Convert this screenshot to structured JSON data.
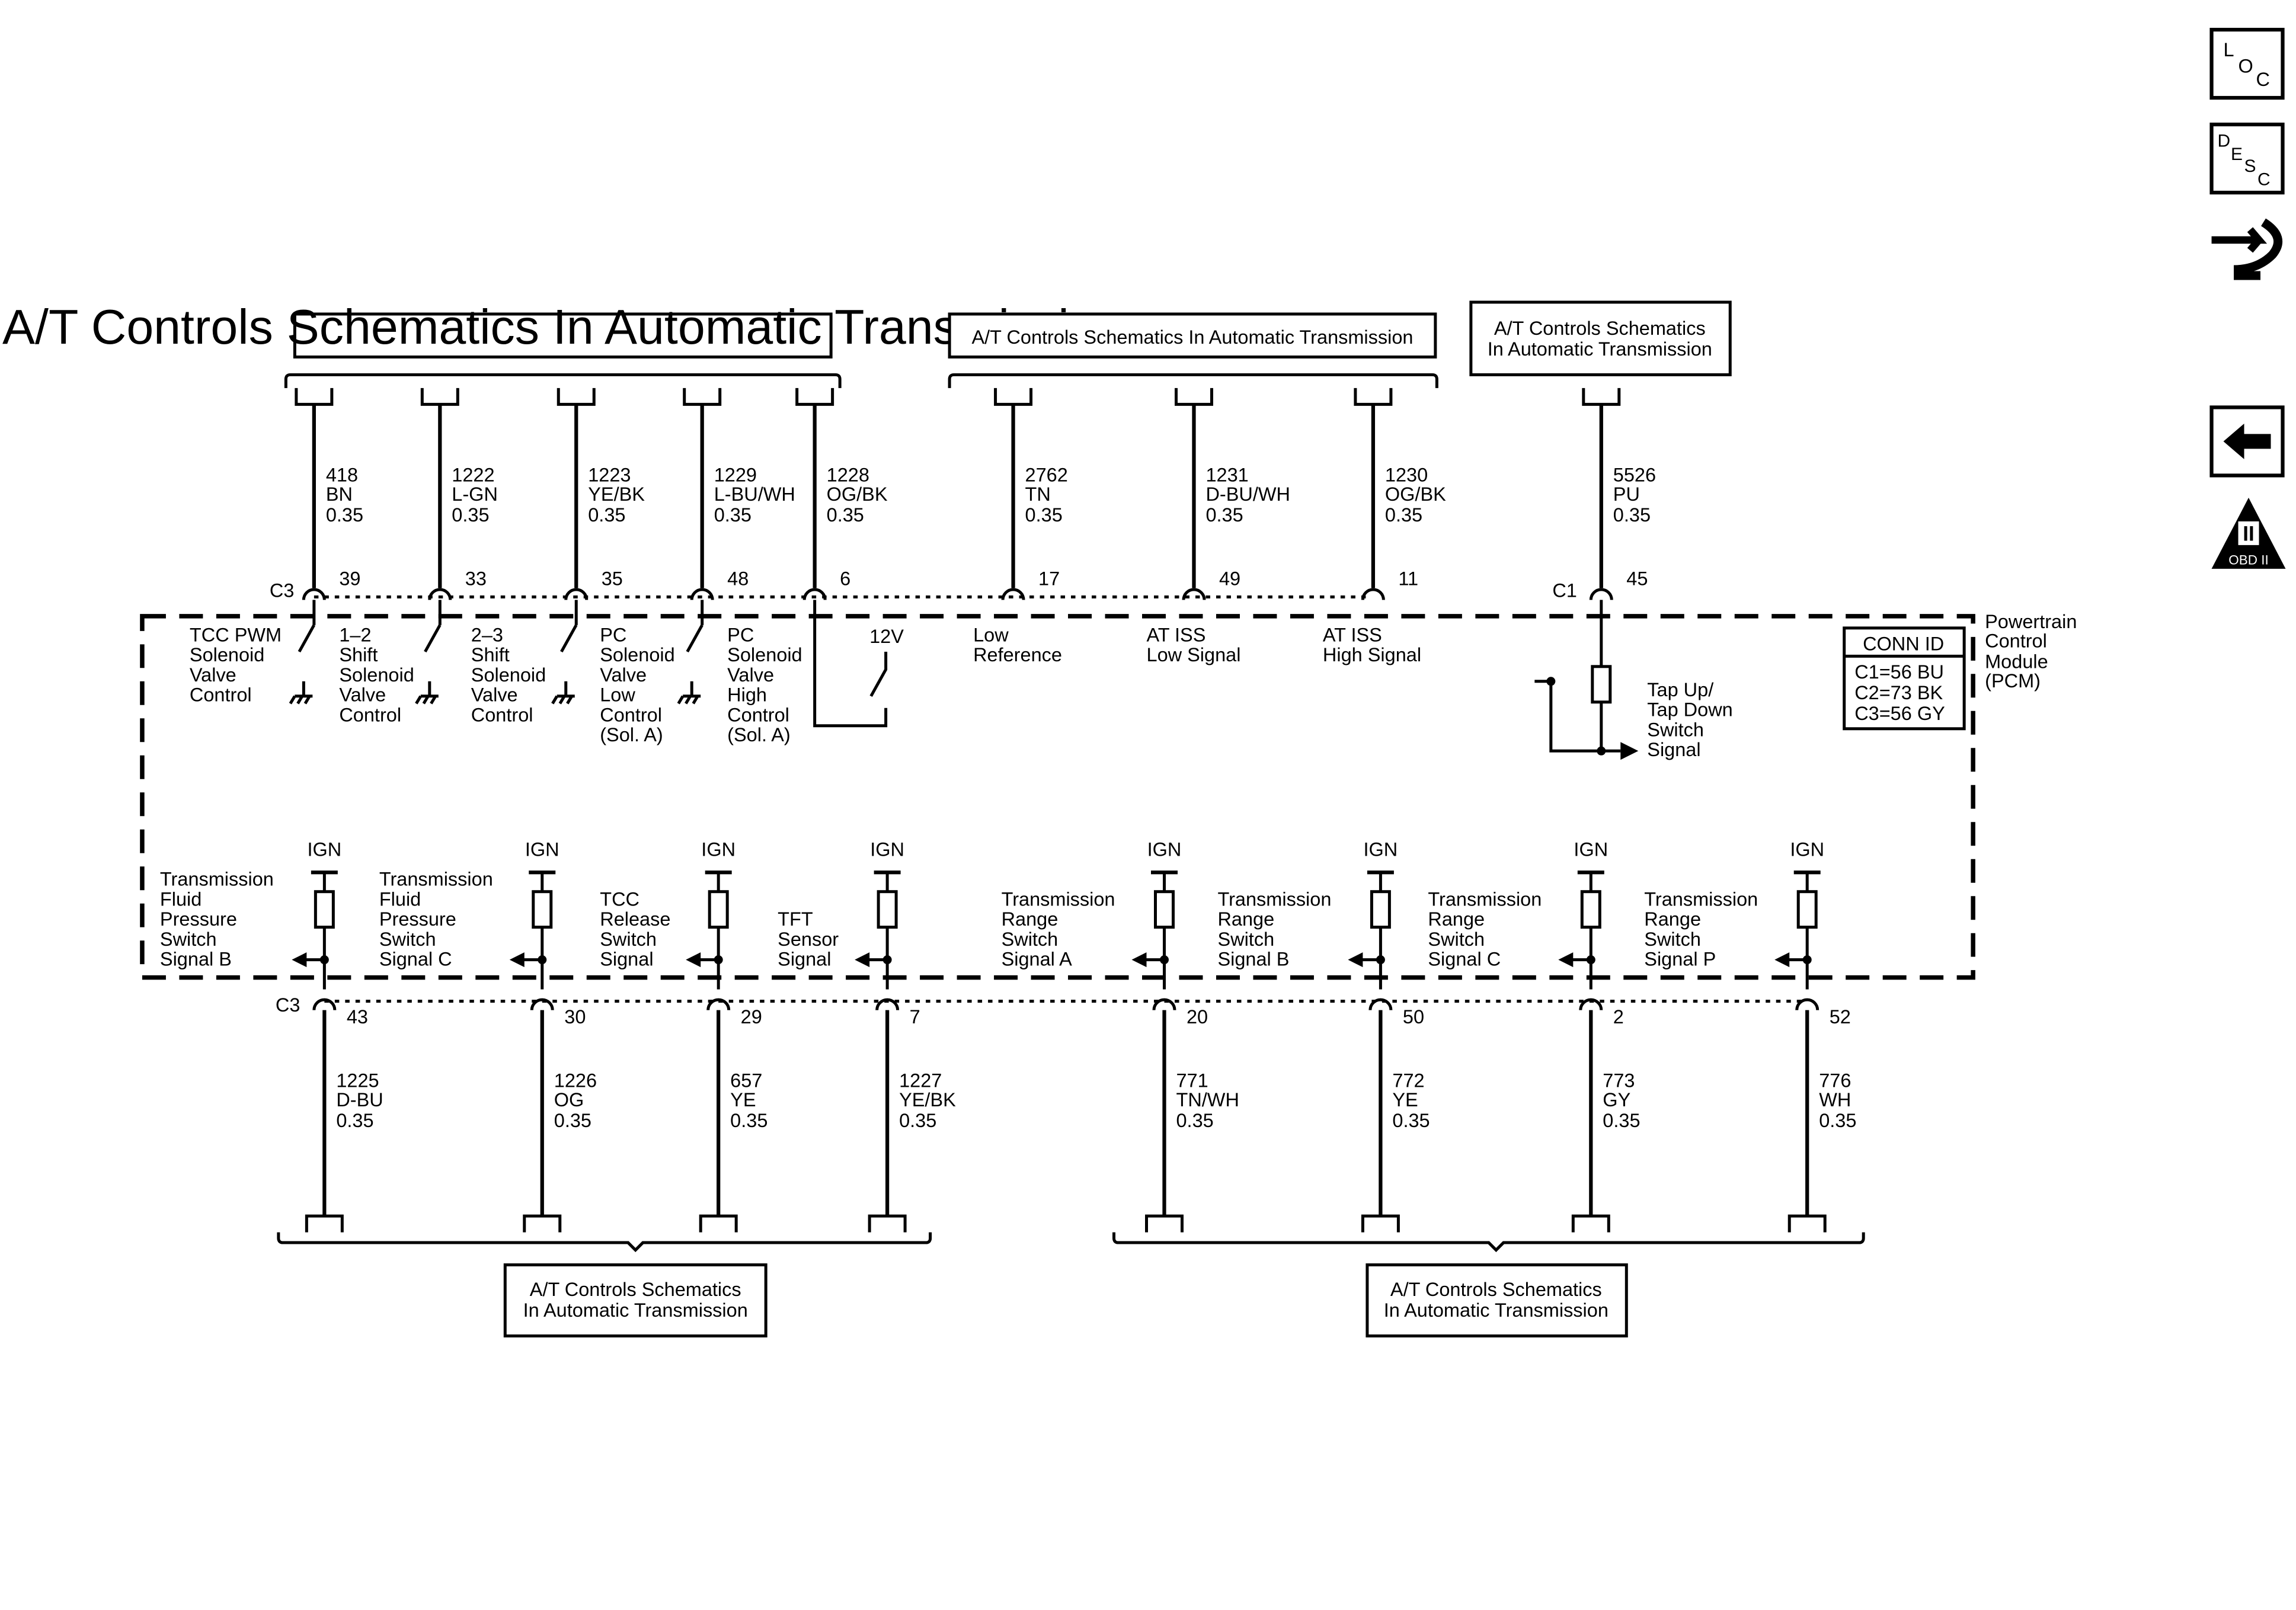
{
  "nav": {
    "loc": {
      "l": "L",
      "o": "O",
      "c": "C"
    },
    "desc": {
      "d": "D",
      "e": "E",
      "s": "S",
      "c": "C"
    },
    "obd": {
      "numeral": "II",
      "label": "OBD II"
    }
  },
  "boxes": {
    "top_left": "A/T Controls Schematics In Automatic Transmission",
    "top_mid": "A/T Controls Schematics In Automatic Transmission",
    "top_right": [
      "A/T Controls Schematics",
      "In Automatic Transmission"
    ],
    "bottom_left": [
      "A/T Controls Schematics",
      "In Automatic Transmission"
    ],
    "bottom_right": [
      "A/T Controls Schematics",
      "In Automatic Transmission"
    ]
  },
  "module": {
    "name": [
      "Powertrain",
      "Control",
      "Module",
      "(PCM)"
    ],
    "conn_id_title": "CONN ID",
    "conn_ids": [
      "C1=56 BU",
      "C2=73 BK",
      "C3=56 GY"
    ]
  },
  "connectors": {
    "top_left": "C3",
    "top_right": "C1",
    "bottom_left": "C3"
  },
  "top_wires": [
    {
      "circuit": "418",
      "color": "BN",
      "gauge": "0.35",
      "pin": "39",
      "label": [
        "TCC PWM",
        "Solenoid",
        "Valve",
        "Control"
      ]
    },
    {
      "circuit": "1222",
      "color": "L-GN",
      "gauge": "0.35",
      "pin": "33",
      "label": [
        "1–2",
        "Shift",
        "Solenoid",
        "Valve",
        "Control"
      ]
    },
    {
      "circuit": "1223",
      "color": "YE/BK",
      "gauge": "0.35",
      "pin": "35",
      "label": [
        "2–3",
        "Shift",
        "Solenoid",
        "Valve",
        "Control"
      ]
    },
    {
      "circuit": "1229",
      "color": "L-BU/WH",
      "gauge": "0.35",
      "pin": "48",
      "label": [
        "PC",
        "Solenoid",
        "Valve",
        "Low",
        "Control",
        "(Sol. A)"
      ]
    },
    {
      "circuit": "1228",
      "color": "OG/BK",
      "gauge": "0.35",
      "pin": "6",
      "label": [
        "PC",
        "Solenoid",
        "Valve",
        "High",
        "Control",
        "(Sol. A)"
      ]
    },
    {
      "circuit": "2762",
      "color": "TN",
      "gauge": "0.35",
      "pin": "17",
      "label": [
        "Low",
        "Reference"
      ]
    },
    {
      "circuit": "1231",
      "color": "D-BU/WH",
      "gauge": "0.35",
      "pin": "49",
      "label": [
        "AT ISS",
        "Low Signal"
      ]
    },
    {
      "circuit": "1230",
      "color": "OG/BK",
      "gauge": "0.35",
      "pin": "11",
      "label": [
        "AT ISS",
        "High Signal"
      ]
    },
    {
      "circuit": "5526",
      "color": "PU",
      "gauge": "0.35",
      "pin": "45",
      "label": [
        "Tap Up/",
        "Tap Down",
        "Switch",
        "Signal"
      ]
    }
  ],
  "supply_12v": "12V",
  "bottom_wires": [
    {
      "circuit": "1225",
      "color": "D-BU",
      "gauge": "0.35",
      "pin": "43",
      "ign": "IGN",
      "label": [
        "Transmission",
        "Fluid",
        "Pressure",
        "Switch",
        "Signal B"
      ]
    },
    {
      "circuit": "1226",
      "color": "OG",
      "gauge": "0.35",
      "pin": "30",
      "ign": "IGN",
      "label": [
        "Transmission",
        "Fluid",
        "Pressure",
        "Switch",
        "Signal C"
      ]
    },
    {
      "circuit": "657",
      "color": "YE",
      "gauge": "0.35",
      "pin": "29",
      "ign": "IGN",
      "label": [
        "TCC",
        "Release",
        "Switch",
        "Signal"
      ]
    },
    {
      "circuit": "1227",
      "color": "YE/BK",
      "gauge": "0.35",
      "pin": "7",
      "ign": "IGN",
      "label": [
        "TFT",
        "Sensor",
        "Signal"
      ]
    },
    {
      "circuit": "771",
      "color": "TN/WH",
      "gauge": "0.35",
      "pin": "20",
      "ign": "IGN",
      "label": [
        "Transmission",
        "Range",
        "Switch",
        "Signal A"
      ]
    },
    {
      "circuit": "772",
      "color": "YE",
      "gauge": "0.35",
      "pin": "50",
      "ign": "IGN",
      "label": [
        "Transmission",
        "Range",
        "Switch",
        "Signal B"
      ]
    },
    {
      "circuit": "773",
      "color": "GY",
      "gauge": "0.35",
      "pin": "2",
      "ign": "IGN",
      "label": [
        "Transmission",
        "Range",
        "Switch",
        "Signal C"
      ]
    },
    {
      "circuit": "776",
      "color": "WH",
      "gauge": "0.35",
      "pin": "52",
      "ign": "IGN",
      "label": [
        "Transmission",
        "Range",
        "Switch",
        "Signal P"
      ]
    }
  ]
}
